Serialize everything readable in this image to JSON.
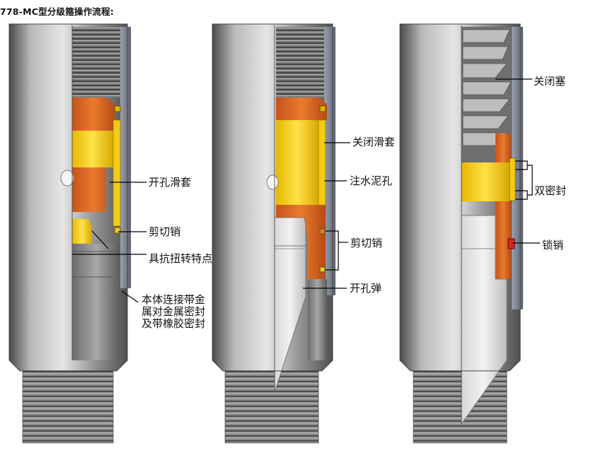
{
  "title": "778-MC型分级箍操作流程:",
  "labels": {
    "kai_kong_hua_tao": "开孔滑套",
    "jian_qie_xiao_1": "剪切销",
    "ju_kang_niu_zhuan": "具抗扭转特点",
    "ben_ti_line1": "本体连接带金",
    "ben_ti_line2": "属对金属密封",
    "ben_ti_line3": "及带橡胶密封",
    "guan_bi_hua_tao": "关闭滑套",
    "zhu_shui_ni_kong": "注水泥孔",
    "jian_qie_xiao_2": "剪切销",
    "kai_kong_dan": "开孔弹",
    "guan_bi_sai": "关闭塞",
    "shuang_mi_feng": "双密封",
    "suo_xiao": "锁销"
  },
  "colors": {
    "steel": "#8c8c8c",
    "orange": "#d9661f",
    "yellow": "#f2cc14",
    "bg": "#ffffff"
  }
}
